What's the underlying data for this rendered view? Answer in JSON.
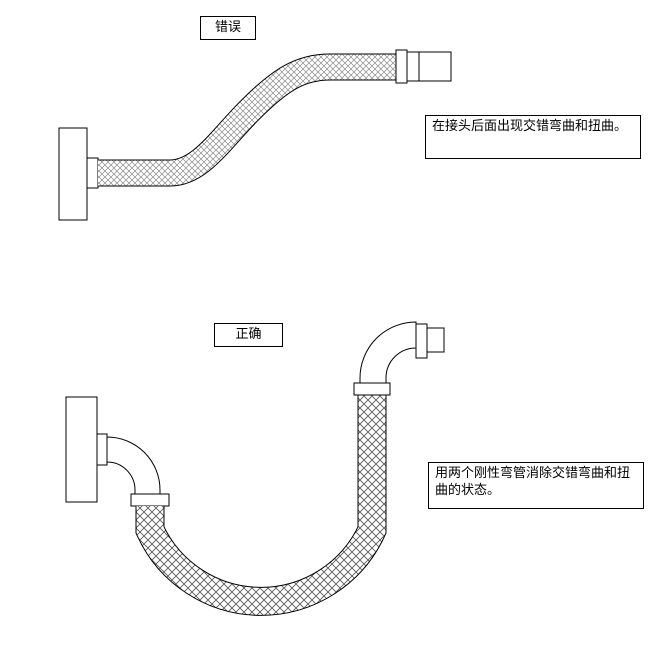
{
  "wrong": {
    "title": "错误",
    "note": "在接头后面出现交错弯曲和扭曲。"
  },
  "correct": {
    "title": "正确",
    "note": "用两个刚性弯管消除交错弯曲和扭曲的状态。"
  },
  "colors": {
    "stroke": "#000000",
    "hatch": "#808080",
    "background": "#ffffff"
  }
}
